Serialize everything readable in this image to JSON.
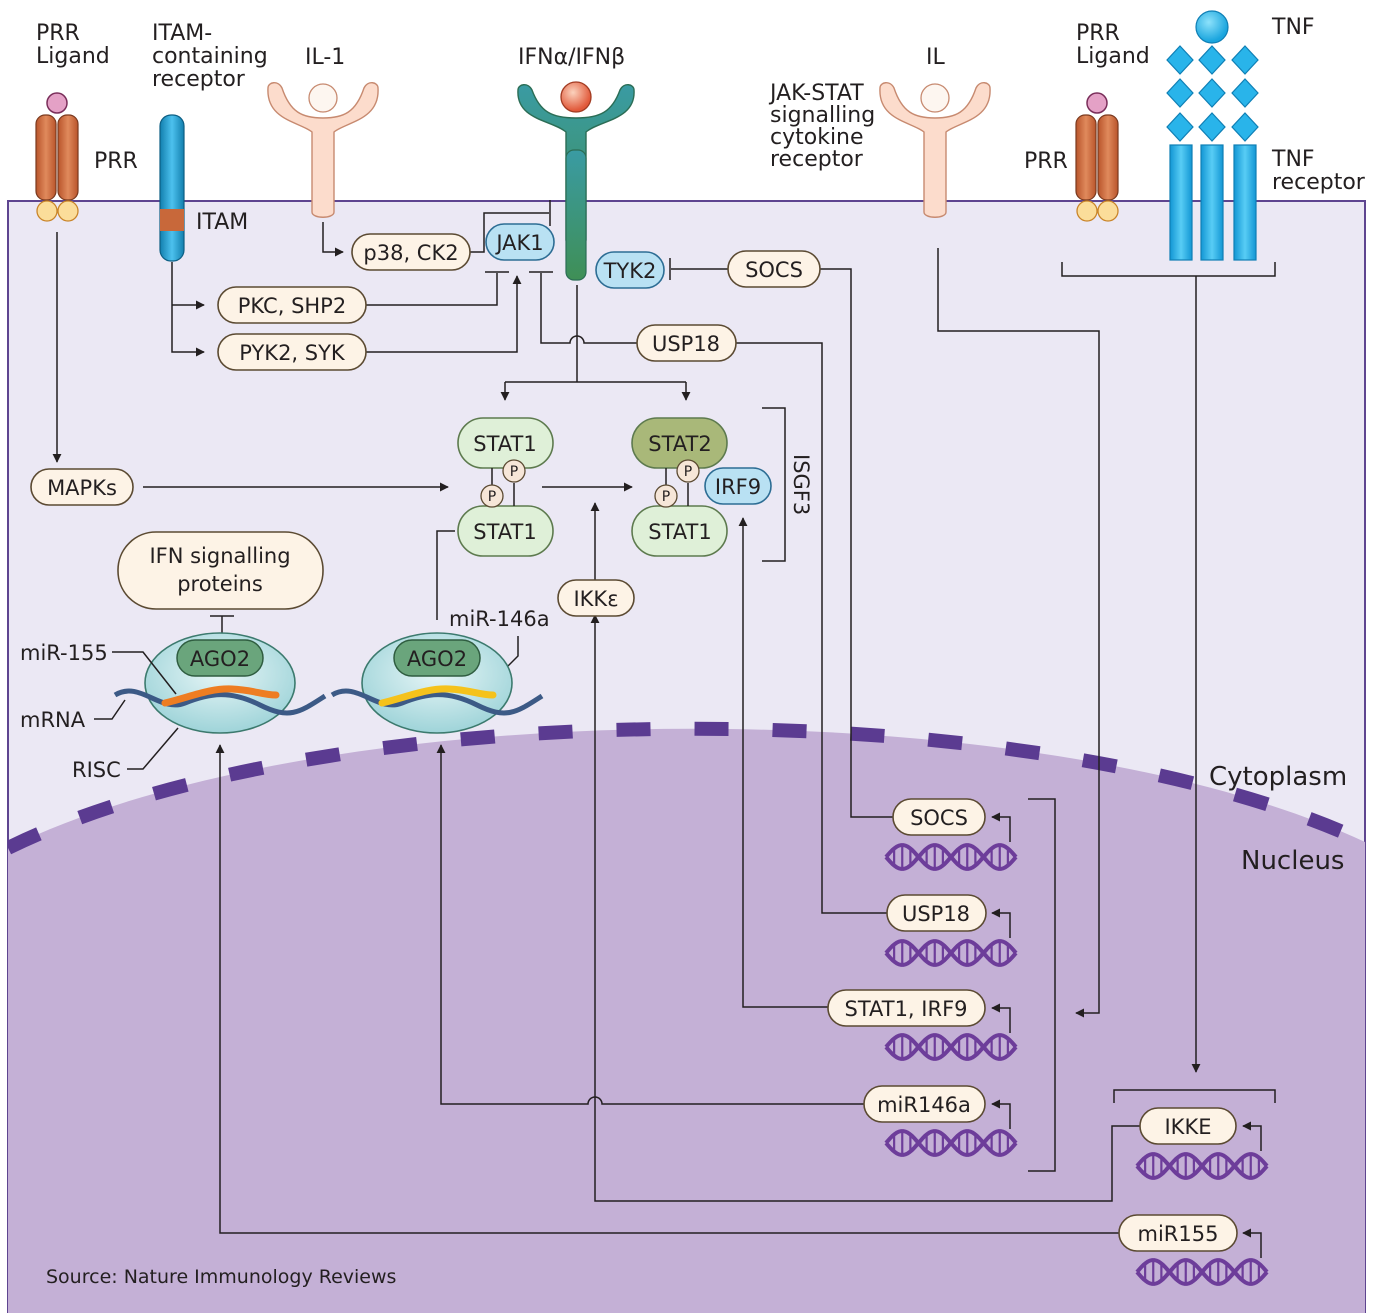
{
  "labels": {
    "prr_ligand_left_l1": "PRR",
    "prr_ligand_left_l2": "Ligand",
    "prr_left": "PRR",
    "itam_receptor_l1": "ITAM-",
    "itam_receptor_l2": "containing",
    "itam_receptor_l3": "receptor",
    "itam": "ITAM",
    "il1": "IL-1",
    "ifn": "IFNα/IFNβ",
    "il": "IL",
    "jakstat_l1": "JAK-STAT",
    "jakstat_l2": "signalling",
    "jakstat_l3": "cytokine",
    "jakstat_l4": "receptor",
    "prr_ligand_right_l1": "PRR",
    "prr_ligand_right_l2": "Ligand",
    "prr_right": "PRR",
    "tnf": "TNF",
    "tnf_receptor_l1": "TNF",
    "tnf_receptor_l2": "receptor",
    "isgf3": "ISGF3",
    "mir155_label": "miR-155",
    "mrna_label": "mRNA",
    "risc_label": "RISC",
    "mir146a_label": "miR-146a",
    "cytoplasm": "Cytoplasm",
    "nucleus": "Nucleus",
    "source": "Source: Nature Immunology Reviews"
  },
  "nodes": {
    "p38": "p38, CK2",
    "jak1": "JAK1",
    "tyk2": "TYK2",
    "socs": "SOCS",
    "pkc": "PKC, SHP2",
    "pyk2": "PYK2, SYK",
    "usp18": "USP18",
    "mapks": "MAPKs",
    "stat1_top": "STAT1",
    "stat1_bottom": "STAT1",
    "stat2": "STAT2",
    "stat1_isgf3": "STAT1",
    "irf9": "IRF9",
    "p": "P",
    "ikke_cyto": "IKKε",
    "ifn_proteins_l1": "IFN signalling",
    "ifn_proteins_l2": "proteins",
    "ago2_left": "AGO2",
    "ago2_right": "AGO2"
  },
  "genes": {
    "socs": "SOCS",
    "usp18": "USP18",
    "stat1_irf9": "STAT1, IRF9",
    "mir146a": "miR146a",
    "ikke": "IKKE",
    "mir155": "miR155"
  },
  "colors": {
    "cytoplasm": "#ebe8f4",
    "nucleus": "#c4b0d6",
    "membrane": "#5e4590",
    "nuclear_envelope": "#5b3b91",
    "dna": "#6d3d9a",
    "prr_receptor": "#c96a3d",
    "itam_receptor": "#1f9bd0",
    "tnf_receptor": "#23aee6",
    "mir155_strand": "#ee7d22",
    "mir146a_strand": "#f5c21b"
  }
}
